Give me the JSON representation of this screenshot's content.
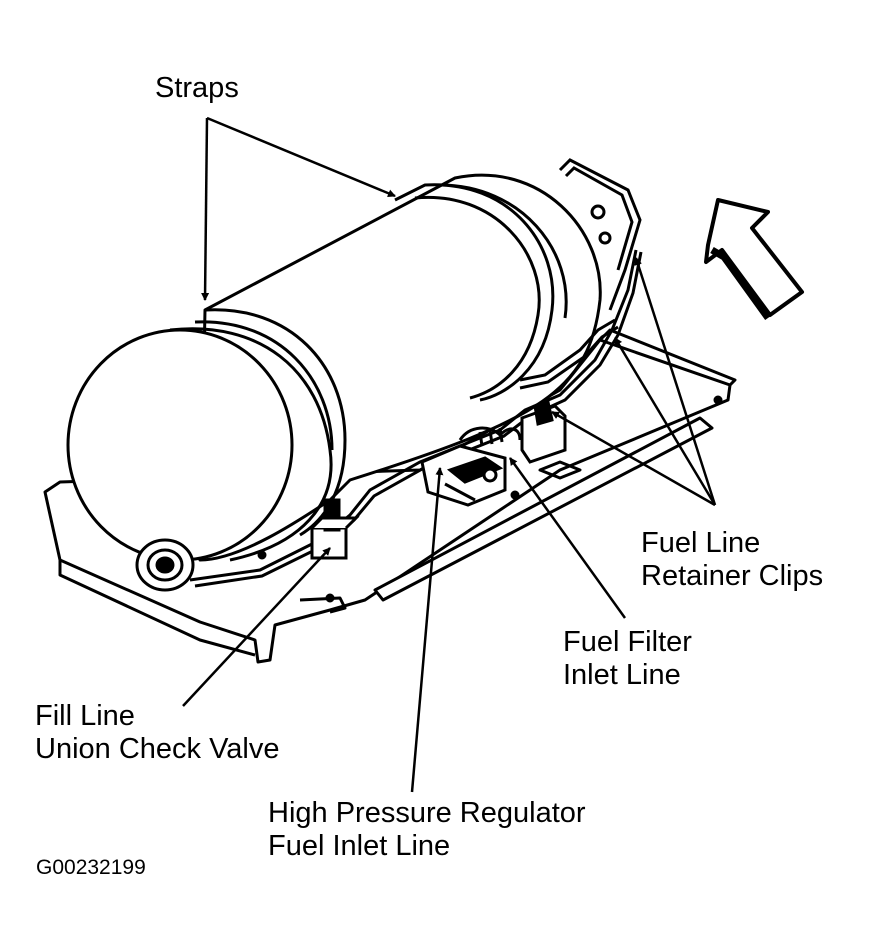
{
  "labels": {
    "straps": "Straps",
    "fuel_line_retainer_clips": [
      "Fuel Line",
      "Retainer Clips"
    ],
    "fuel_filter_inlet_line": [
      "Fuel Filter",
      "Inlet Line"
    ],
    "fill_line_union_check_valve": [
      "Fill Line",
      "Union Check Valve"
    ],
    "high_pressure_regulator_fuel_inlet_line": [
      "High Pressure Regulator",
      "Fuel Inlet Line"
    ]
  },
  "figure_code": "G00232199",
  "colors": {
    "ink": "#000000",
    "paper": "#ffffff"
  }
}
